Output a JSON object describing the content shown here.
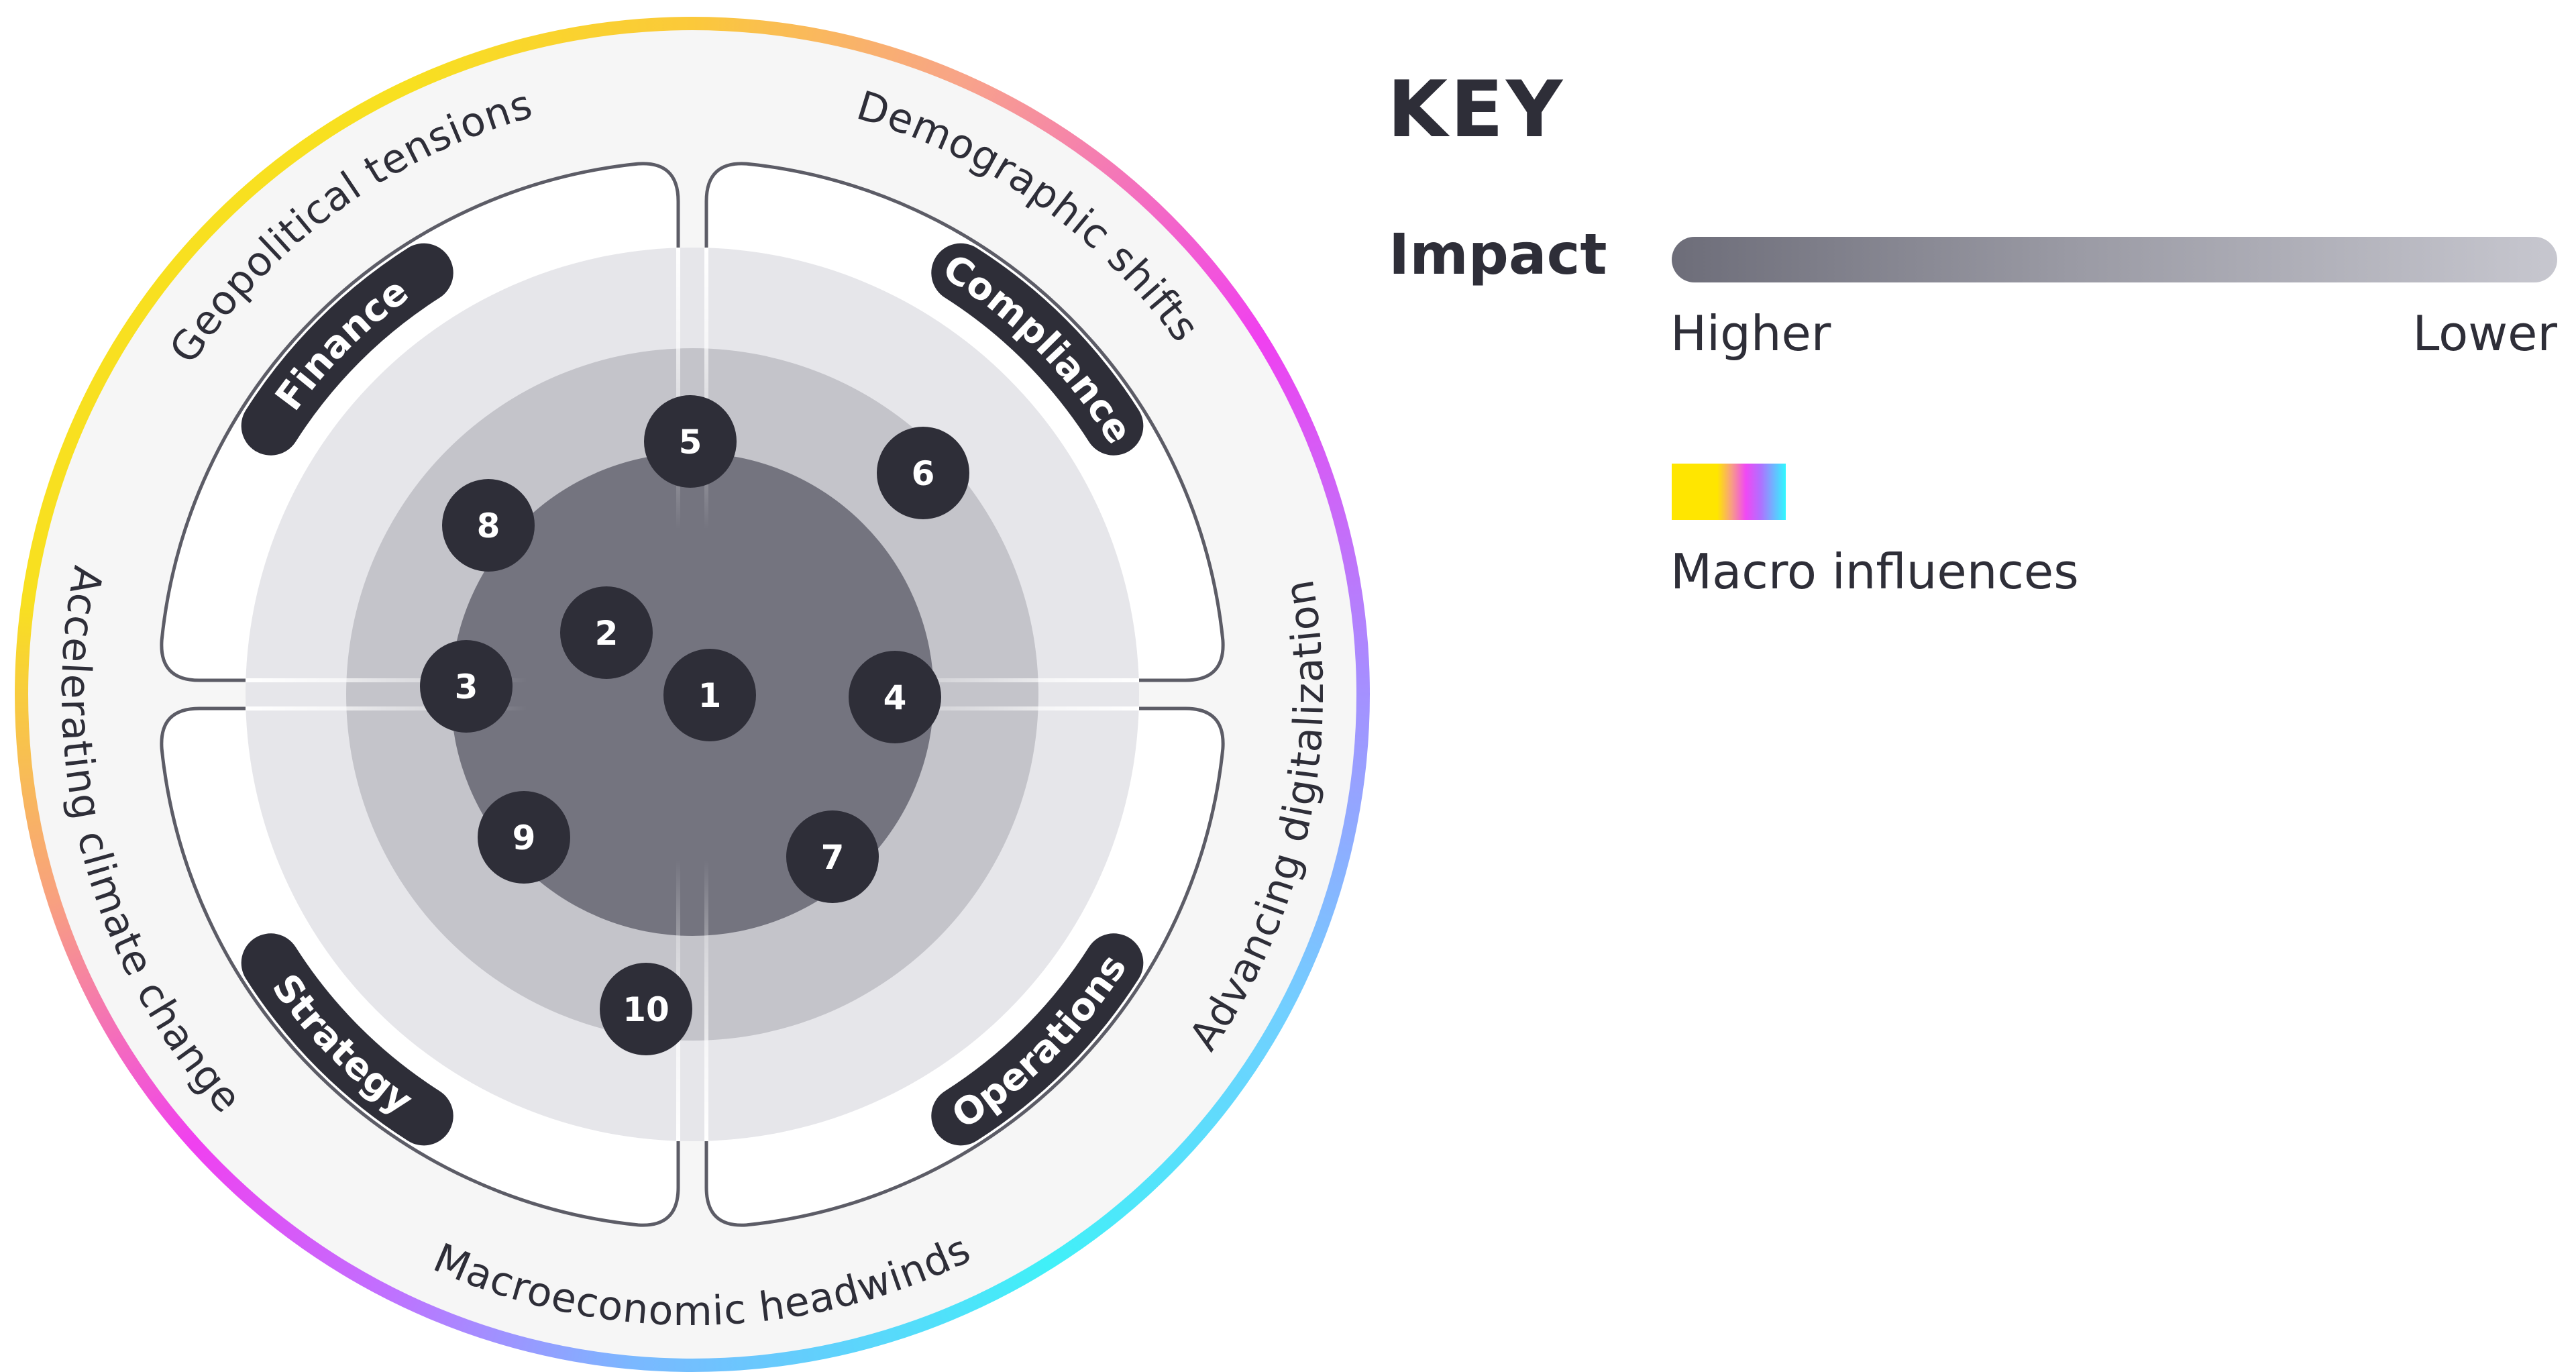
{
  "key": {
    "title": "KEY",
    "impact": {
      "label": "Impact",
      "high_label": "Higher",
      "low_label": "Lower"
    },
    "macro": {
      "label": "Macro influences"
    }
  },
  "colors": {
    "ink": "#2e2e38",
    "ring_inner": "#74747f",
    "ring_middle": "#c4c4ca",
    "ring_outer": "#e6e6ea",
    "band": "#f6f6f6"
  },
  "macro_influences": [
    {
      "label": "Geopolitical tensions"
    },
    {
      "label": "Demographic shifts"
    },
    {
      "label": "Advancing digitalization"
    },
    {
      "label": "Macroeconomic headwinds"
    },
    {
      "label": "Accelerating climate change"
    }
  ],
  "segments": [
    {
      "label": "Finance"
    },
    {
      "label": "Compliance"
    },
    {
      "label": "Operations"
    },
    {
      "label": "Strategy"
    }
  ],
  "risks": [
    {
      "label": "1"
    },
    {
      "label": "2"
    },
    {
      "label": "3"
    },
    {
      "label": "4"
    },
    {
      "label": "5"
    },
    {
      "label": "6"
    },
    {
      "label": "7"
    },
    {
      "label": "8"
    },
    {
      "label": "9"
    },
    {
      "label": "10"
    }
  ]
}
